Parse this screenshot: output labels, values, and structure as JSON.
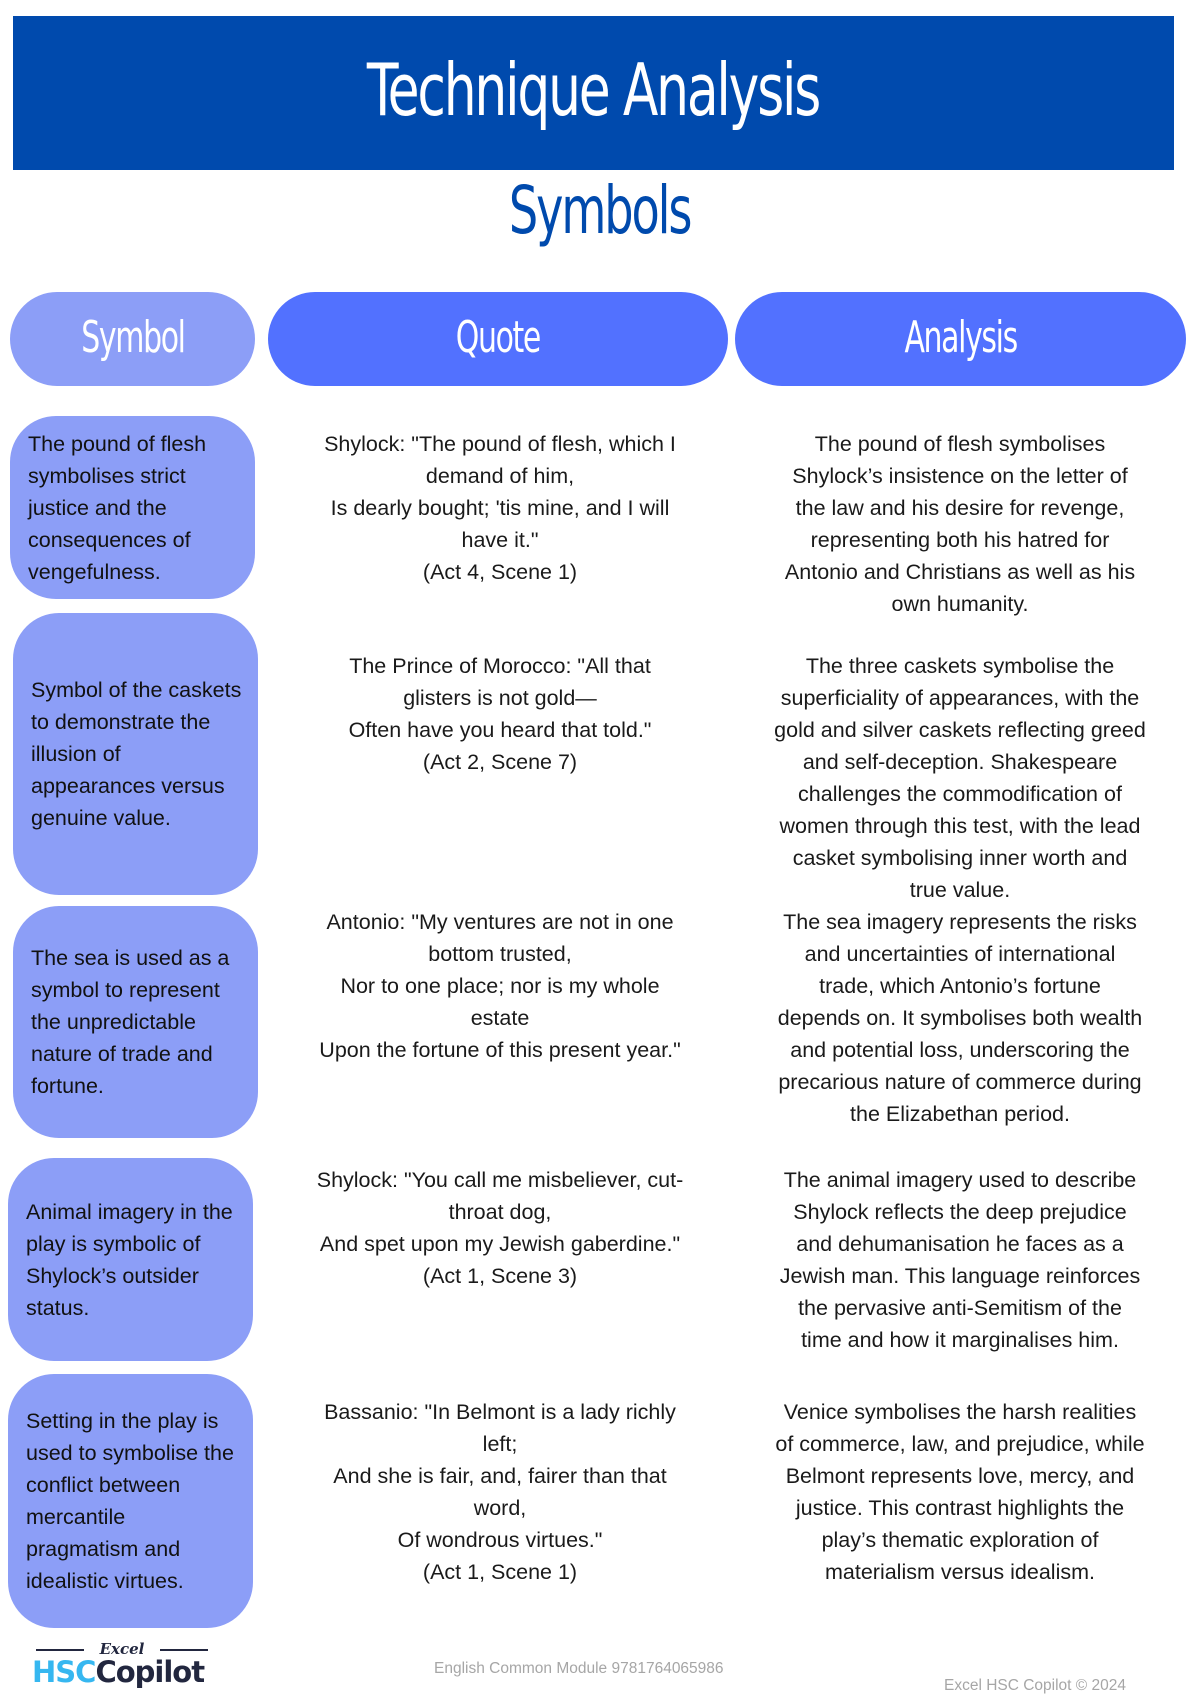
{
  "header": {
    "title": "Technique Analysis",
    "subtitle": "Symbols",
    "banner_color": "#004aad"
  },
  "columns": {
    "symbol": "Symbol",
    "quote": "Quote",
    "analysis": "Analysis",
    "symbol_pill_color": "#8c9ef7",
    "quote_pill_color": "#5271ff",
    "analysis_pill_color": "#5271ff"
  },
  "rows": [
    {
      "symbol": "The pound of flesh symbolises strict justice and the consequences of vengefulness.",
      "quote_lines": [
        "Shylock: \"The pound of flesh, which I",
        "demand of him,",
        "Is dearly bought; 'tis mine, and I will",
        "have it.\"",
        "(Act 4, Scene 1)"
      ],
      "analysis_lines": [
        "The pound of flesh symbolises",
        "Shylock’s insistence on the letter of",
        "the law and his desire for revenge,",
        "representing both his hatred for",
        "Antonio and Christians as well as his",
        "own humanity."
      ]
    },
    {
      "symbol": "Symbol of the caskets to demonstrate the illusion of appearances versus genuine value.",
      "quote_lines": [
        "The Prince of Morocco: \"All that",
        "glisters is not gold—",
        "Often have you heard that told.\"",
        "(Act 2, Scene 7)"
      ],
      "analysis_lines": [
        "The three caskets symbolise the",
        "superficiality of appearances, with the",
        "gold and silver caskets reflecting greed",
        "and self-deception. Shakespeare",
        "challenges the commodification of",
        "women through this test, with the lead",
        "casket symbolising inner worth and",
        "true value."
      ]
    },
    {
      "symbol": "The sea is used as a symbol to represent the unpredictable nature of trade and fortune.",
      "quote_lines": [
        "Antonio: \"My ventures are not in one",
        "bottom trusted,",
        "Nor to one place; nor is my whole",
        "estate",
        "Upon the fortune of this present year.\""
      ],
      "analysis_lines": [
        "The sea imagery represents the risks",
        "and uncertainties of international",
        "trade, which Antonio’s fortune",
        "depends on. It symbolises both wealth",
        "and potential loss, underscoring the",
        "precarious nature of commerce during",
        "the Elizabethan period."
      ]
    },
    {
      "symbol": "Animal imagery in the play is symbolic of Shylock’s outsider status.",
      "quote_lines": [
        "Shylock: \"You call me misbeliever, cut-",
        "throat dog,",
        "And spet upon my Jewish gaberdine.\"",
        "(Act 1, Scene 3)"
      ],
      "analysis_lines": [
        "The animal imagery used to describe",
        "Shylock reflects the deep prejudice",
        "and dehumanisation he faces as a",
        "Jewish man. This language reinforces",
        "the pervasive anti-Semitism of the",
        "time and how it marginalises him."
      ]
    },
    {
      "symbol": "Setting in the play is used to symbolise  the conflict between mercantile pragmatism and idealistic virtues.",
      "quote_lines": [
        "Bassanio: \"In Belmont is a lady richly",
        "left;",
        "And she is fair, and, fairer than that",
        "word,",
        "Of wondrous virtues.\"",
        "(Act 1, Scene 1)"
      ],
      "analysis_lines": [
        "Venice symbolises the harsh realities",
        "of commerce, law, and prejudice, while",
        "Belmont represents love, mercy, and",
        "justice. This contrast highlights the",
        "play’s thematic exploration of",
        "materialism versus idealism."
      ]
    }
  ],
  "footer": {
    "logo_top": "Excel",
    "logo_hsc": "HSC",
    "logo_copilot": "Copilot",
    "module": "English Common Module 9781764065986",
    "copyright": "Excel HSC Copilot © 2024"
  }
}
